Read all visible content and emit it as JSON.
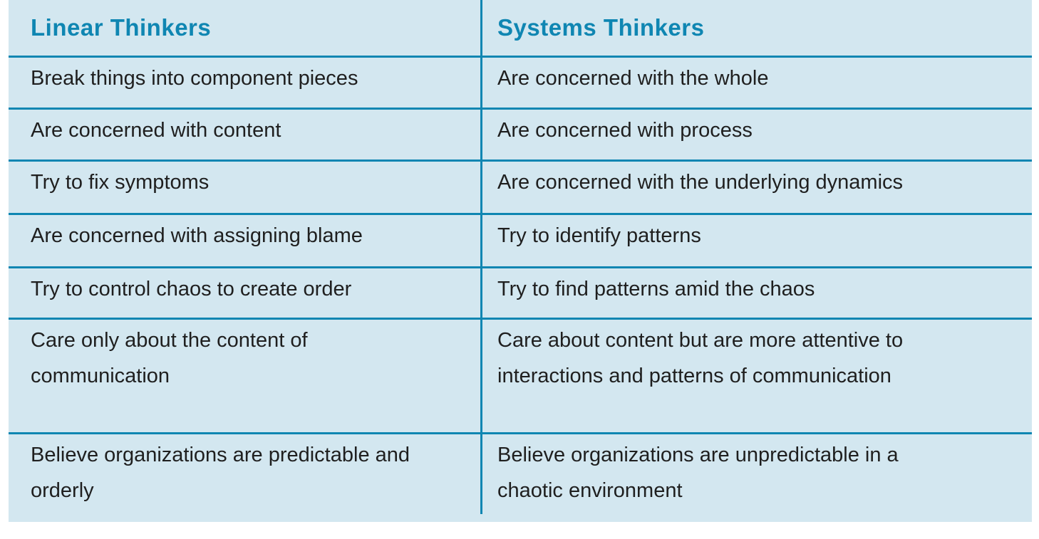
{
  "colors": {
    "page_background": "#ffffff",
    "table_background": "#d3e7f0",
    "rule_and_header_teal": "#0f86b2",
    "body_text": "#1f1f1f"
  },
  "table": {
    "headers": [
      {
        "label": "Linear Thinkers"
      },
      {
        "label": "Systems Thinkers"
      }
    ],
    "rows": [
      {
        "left": "Break things into component pieces",
        "right": "Are concerned with the whole"
      },
      {
        "left": "Are concerned with content",
        "right": "Are concerned with process"
      },
      {
        "left": "Try to fix symptoms",
        "right": "Are concerned with the underlying dynamics"
      },
      {
        "left": "Are concerned with assigning blame",
        "right": "Try to identify patterns"
      },
      {
        "left": "Try to control chaos to create order",
        "right": "Try to find patterns amid the chaos"
      },
      {
        "left": "Care only about the content of communication",
        "right": "Care about content but are more attentive to interactions and patterns of communication"
      },
      {
        "left": "Believe organizations are predictable and orderly",
        "right": "Believe organizations are unpredictable in a chaotic environment"
      }
    ]
  }
}
